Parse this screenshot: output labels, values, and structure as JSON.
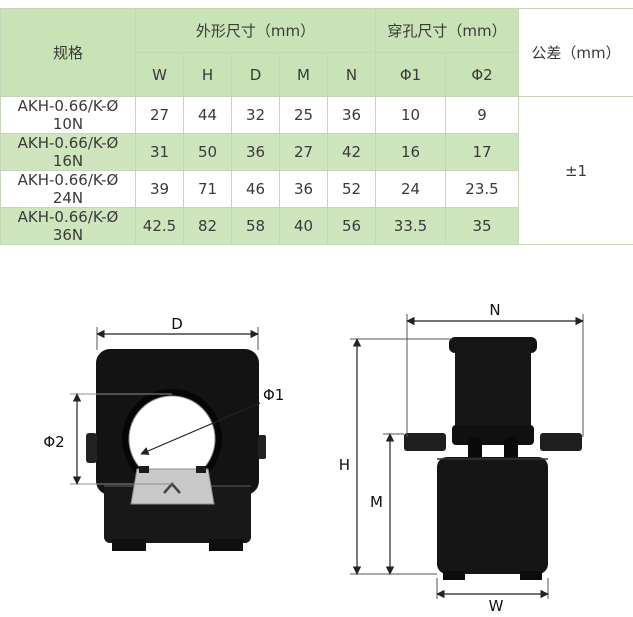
{
  "table": {
    "spec_header": "规格",
    "outer_group_header": "外形尺寸（mm）",
    "hole_group_header": "穿孔尺寸（mm）",
    "tolerance_header": "公差（mm）",
    "columns": [
      "W",
      "H",
      "D",
      "M",
      "N",
      "Φ1",
      "Φ2"
    ],
    "rows": [
      {
        "spec": "AKH-0.66/K-Ø 10N",
        "values": [
          "27",
          "44",
          "32",
          "25",
          "36",
          "10",
          "9"
        ]
      },
      {
        "spec": "AKH-0.66/K-Ø 16N",
        "values": [
          "31",
          "50",
          "36",
          "27",
          "42",
          "16",
          "17"
        ]
      },
      {
        "spec": "AKH-0.66/K-Ø 24N",
        "values": [
          "39",
          "71",
          "46",
          "36",
          "52",
          "24",
          "23.5"
        ]
      },
      {
        "spec": "AKH-0.66/K-Ø 36N",
        "values": [
          "42.5",
          "82",
          "58",
          "40",
          "56",
          "33.5",
          "35"
        ]
      }
    ],
    "tolerance_value": "±1"
  },
  "diagram": {
    "front": {
      "d": "D",
      "phi1": "Φ1",
      "phi2": "Φ2"
    },
    "side": {
      "n": "N",
      "h": "H",
      "m": "M",
      "w": "W"
    }
  },
  "colors": {
    "header_green": "#c9e2b6",
    "row_alt_green": "#cfe5bd",
    "grid_line": "#c6d6bb",
    "product_black": "#131313"
  }
}
